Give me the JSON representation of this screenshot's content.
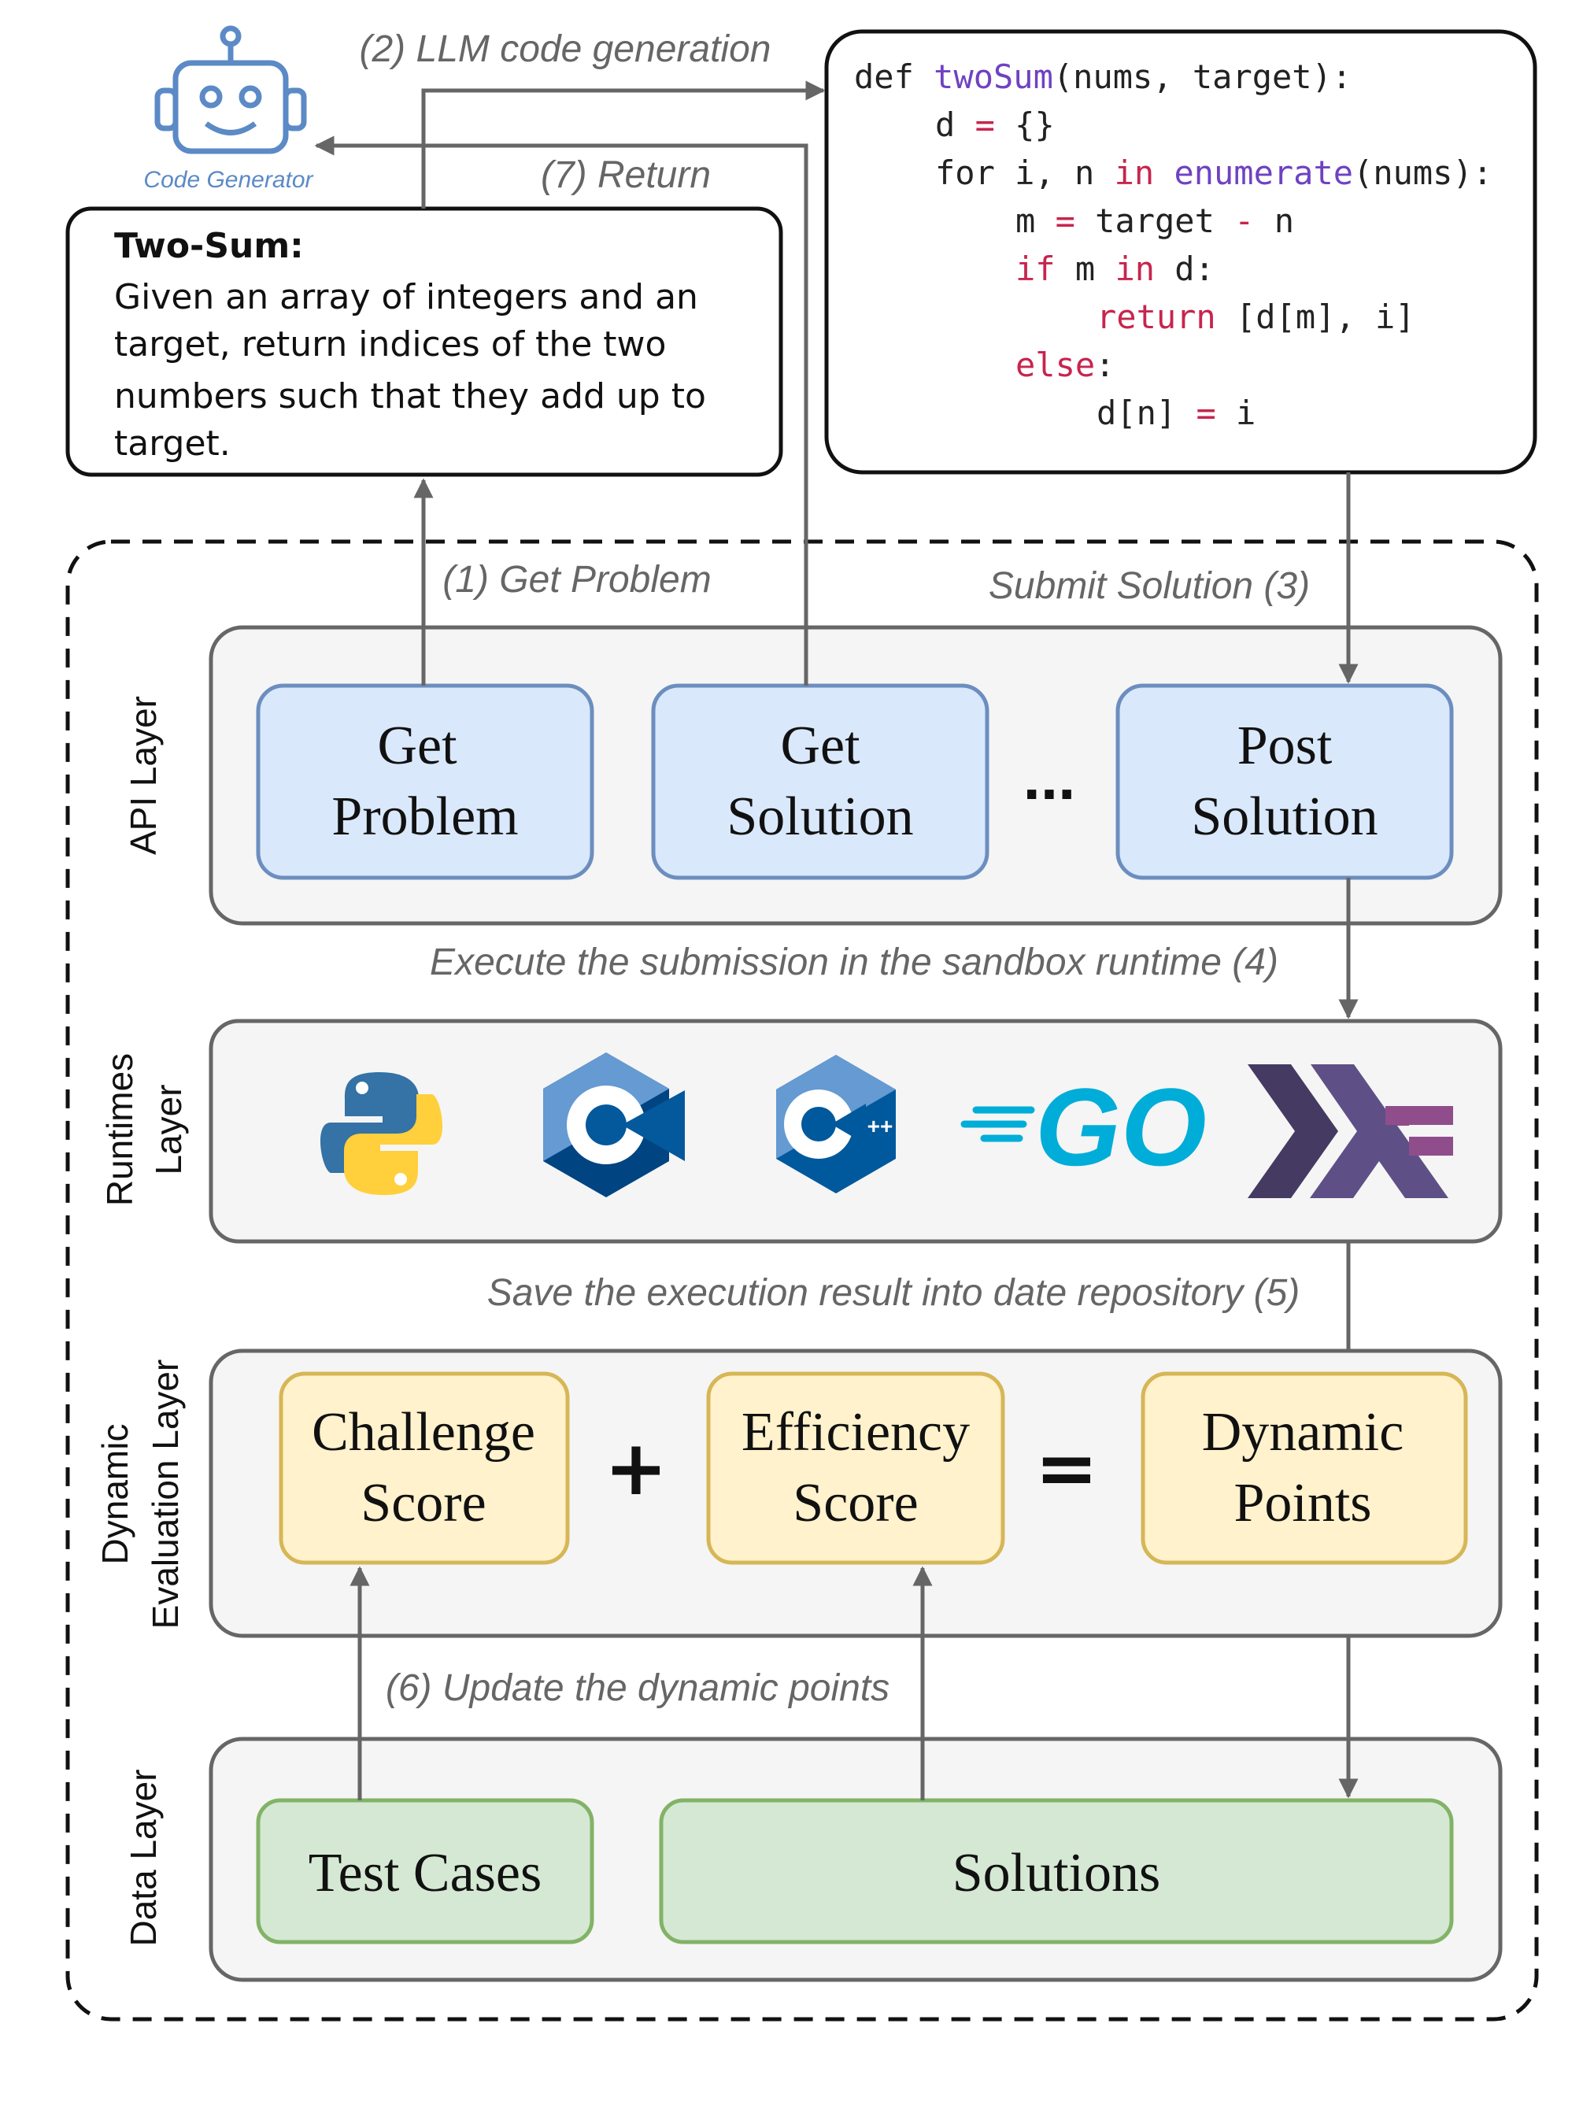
{
  "robot": {
    "label": "Code Generator",
    "icon": "robot-icon",
    "color": "#5b8ac6"
  },
  "arrows": {
    "llm_generation": "(2) LLM code generation",
    "return": "(7) Return",
    "get_problem": "(1) Get Problem",
    "submit_solution": "Submit Solution (3)",
    "execute": "Execute the submission in the sandbox runtime (4)",
    "save": "Save the execution result into date repository (5)",
    "update": "(6) Update the dynamic points"
  },
  "problem": {
    "title": "Two-Sum:",
    "lines": [
      "Given an array of integers and an",
      "target, return indices of the two",
      "numbers such that they add up to",
      "target."
    ]
  },
  "code": {
    "line1": {
      "a": "def ",
      "fn": "twoSum",
      "b": "(nums, target):"
    },
    "line2": {
      "a": "d ",
      "kw": "=",
      "b": " {}"
    },
    "line3": {
      "a": "for i, n ",
      "kw": "in",
      "b": " ",
      "fn": "enumerate",
      "c": "(nums):"
    },
    "line4": {
      "a": "m ",
      "kw": "=",
      "b": " target ",
      "kw2": "-",
      "c": " n"
    },
    "line5": {
      "kw": "if",
      "a": " m ",
      "kw2": "in",
      "b": " d:"
    },
    "line6": {
      "kw": "return",
      "a": " [d[m], i]"
    },
    "line7": {
      "kw": "else",
      "a": ":"
    },
    "line8": {
      "a": "d[n] ",
      "kw": "=",
      "b": " i"
    }
  },
  "layers": {
    "api": "API Layer",
    "runtimes": [
      "Runtimes",
      "Layer"
    ],
    "evaluation": [
      "Dynamic",
      "Evaluation Layer"
    ],
    "data": "Data Layer"
  },
  "api_boxes": {
    "get_problem": [
      "Get",
      "Problem"
    ],
    "get_solution": [
      "Get",
      "Solution"
    ],
    "ellipsis": "...",
    "post_solution": [
      "Post",
      "Solution"
    ]
  },
  "runtimes": {
    "icons": [
      "python-icon",
      "c-icon",
      "cpp-icon",
      "go-icon",
      "haskell-icon"
    ],
    "go_text": "GO",
    "cpp_plus": "++"
  },
  "evaluation": {
    "challenge": [
      "Challenge",
      "Score"
    ],
    "plus": "+",
    "efficiency": [
      "Efficiency",
      "Score"
    ],
    "equals": "=",
    "dynamic": [
      "Dynamic",
      "Points"
    ]
  },
  "data_boxes": {
    "test_cases": "Test Cases",
    "solutions": "Solutions"
  },
  "colors": {
    "blue_fill": "#dae8fc",
    "blue_stroke": "#6c8ebf",
    "yellow_fill": "#fff2cc",
    "yellow_stroke": "#d6b656",
    "green_fill": "#d5e8d4",
    "green_stroke": "#82b366",
    "layer_fill": "#f5f5f5",
    "layer_stroke": "#666666",
    "arrow": "#666666"
  }
}
